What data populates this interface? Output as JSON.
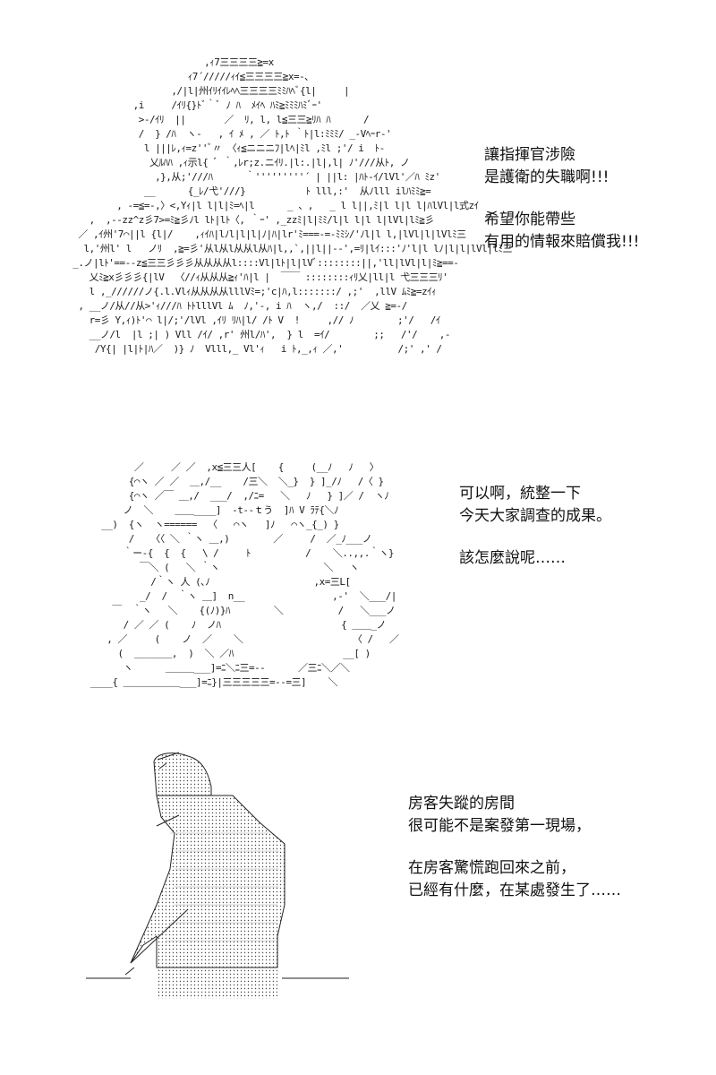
{
  "panels": [
    {
      "dialog": [
        [
          "讓指揮官涉險",
          "是護衛的失職啊!!!"
        ],
        [
          "希望你能帶些",
          "有用的情報來賠償我!!!"
        ]
      ]
    },
    {
      "dialog": [
        [
          "可以啊，統整一下",
          "今天大家調查的成果。"
        ],
        [
          "該怎麼說呢……"
        ]
      ]
    },
    {
      "dialog": [
        [
          "房客失蹤的房間",
          "很可能不是案發第一現場，"
        ],
        [
          "在房客驚慌跑回來之前，",
          "已經有什麼，在某處發生了……"
        ]
      ]
    }
  ]
}
